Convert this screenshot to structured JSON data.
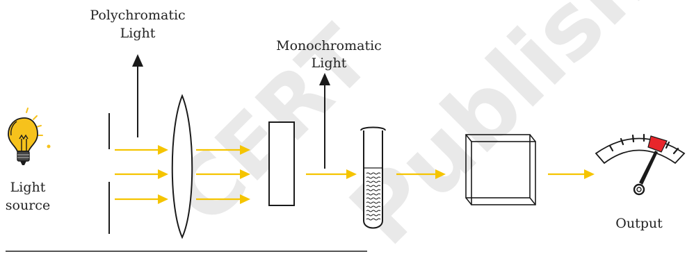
{
  "labels": {
    "polychromatic_line1": "Polychromatic",
    "polychromatic_line2": "Light",
    "monochromatic_line1": "Monochromatic",
    "monochromatic_line2": "Light",
    "source_line1": "Light",
    "source_line2": "source",
    "output": "Output"
  },
  "watermark": {
    "text1": "CERT",
    "text2": "Published"
  },
  "icons": {
    "source": "light-bulb-icon",
    "lens": "convex-lens-icon",
    "monochromator": "rectangular-prism-icon",
    "sample": "test-tube-icon",
    "detector": "glass-cube-icon",
    "meter": "meter-gauge-icon"
  },
  "colors": {
    "beam": "#f5c400",
    "outline": "#1a1a1a",
    "bulb": "#f6c21c",
    "meter_highlight": "#e8262b",
    "watermark": "#e9e9e9"
  }
}
